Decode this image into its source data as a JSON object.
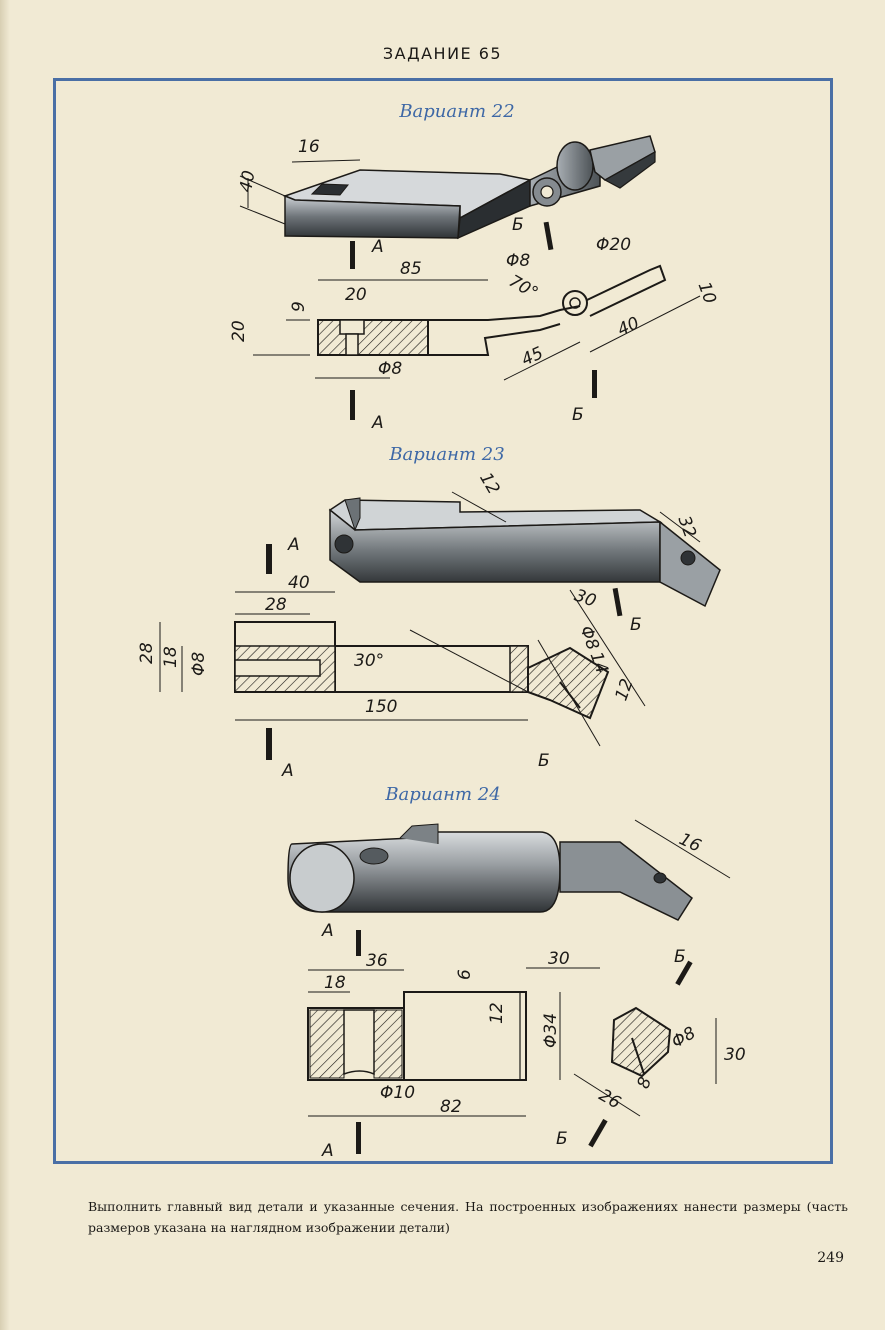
{
  "task_title": "ЗАДАНИЕ 65",
  "variants": [
    {
      "label": "Вариант 22",
      "dimensions": [
        "16",
        "40",
        "85",
        "20",
        "9",
        "20",
        "Φ8",
        "Φ8",
        "Φ20",
        "10",
        "70°",
        "45",
        "40"
      ],
      "section_marks": [
        "А",
        "А",
        "Б",
        "Б"
      ]
    },
    {
      "label": "Вариант 23",
      "dimensions": [
        "12",
        "32",
        "40",
        "28",
        "28",
        "18",
        "Φ8",
        "30°",
        "150",
        "30",
        "Φ8",
        "14",
        "12"
      ],
      "section_marks": [
        "А",
        "А",
        "Б",
        "Б"
      ]
    },
    {
      "label": "Вариант 24",
      "dimensions": [
        "16",
        "36",
        "18",
        "6",
        "12",
        "30",
        "Φ34",
        "Φ10",
        "82",
        "Φ8",
        "30",
        "26",
        "8"
      ],
      "section_marks": [
        "А",
        "А",
        "Б",
        "Б"
      ]
    }
  ],
  "caption": "Выполнить главный вид детали и указанные сечения. На построенных изображениях нанести размеры (часть размеров указана на наглядном изображении детали)",
  "page_number": "249"
}
